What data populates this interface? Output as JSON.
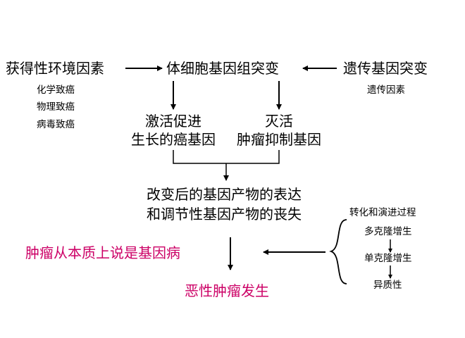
{
  "colors": {
    "text": "#000000",
    "emphasis": "#cc0066"
  },
  "environmental_factors": {
    "title": "获得性环境因素",
    "items": [
      "化学致癌",
      "物理致癌",
      "病毒致癌"
    ]
  },
  "somatic_mutation": "体细胞基因组突变",
  "hereditary": {
    "title": "遗传基因突变",
    "item": "遗传因素"
  },
  "oncogene": {
    "line1": "激活促进",
    "line2": "生长的癌基因"
  },
  "suppressor": {
    "line1": "灭活",
    "line2": "肿瘤抑制基因"
  },
  "gene_product": {
    "line1": "改变后的基因产物的表达",
    "line2": "和调节性基因产物的丧失"
  },
  "essence": "肿瘤从本质上说是基因病",
  "outcome": "恶性肿瘤发生",
  "progression": {
    "title": "转化和演进过程",
    "steps": [
      "多克隆增生",
      "单克隆增生",
      "异质性"
    ]
  }
}
